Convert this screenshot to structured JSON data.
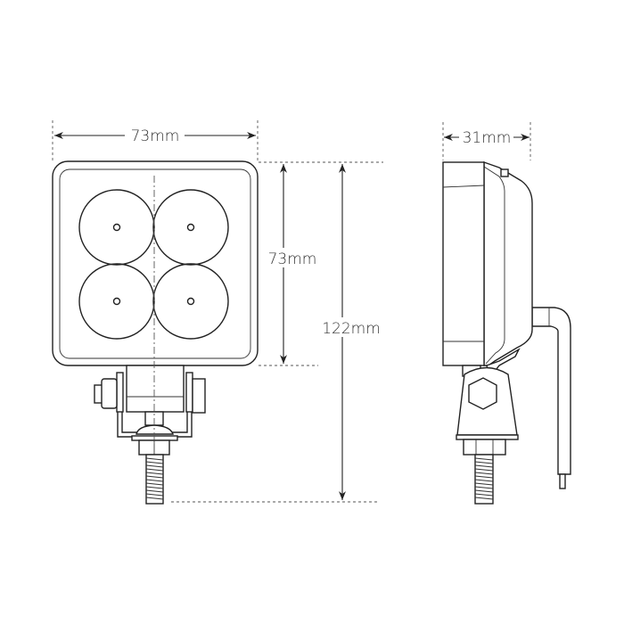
{
  "dimensions": {
    "front_width": "73mm",
    "front_height": "73mm",
    "overall_height": "122mm",
    "side_depth": "31mm"
  },
  "led_count": 4
}
